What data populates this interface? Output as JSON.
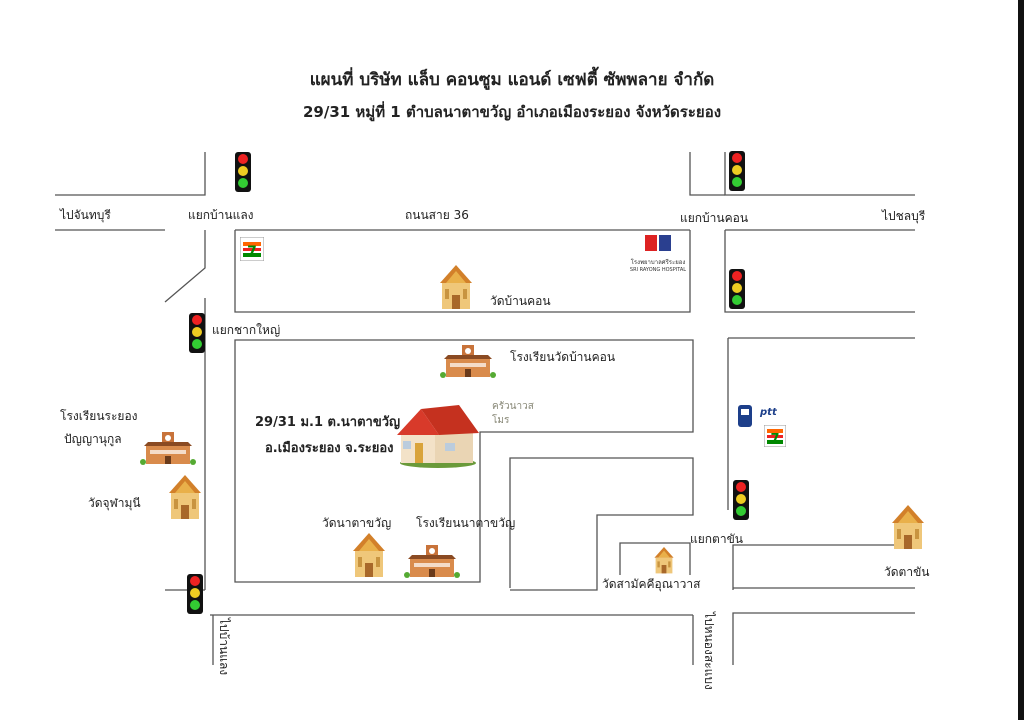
{
  "title": "แผนที่ บริษัท แล็บ คอนซูม แอนด์ เซฟตี้ ซัพพลาย จำกัด",
  "subtitle": "29/31 หมู่ที่ 1 ตำบลนาตาขวัญ อำเภอเมืองระยอง จังหวัดระยอง",
  "company_address": {
    "line1": "29/31 ม.1 ต.นาตาขวัญ",
    "line2": "อ.เมืองระยอง จ.ระยอง"
  },
  "labels": {
    "to_chanthaburi": "ไปจันทบุรี",
    "ban_laeng_junction": "แยกบ้านแลง",
    "road_36": "ถนนสาย 36",
    "ban_khon_junction": "แยกบ้านคอน",
    "to_chonburi": "ไปชลบุรี",
    "wat_ban_khon": "วัดบ้านคอน",
    "chak_yai_junction": "แยกชากใหญ่",
    "school_wat_ban_khon": "โรงเรียนวัดบ้านคอน",
    "school_rayong_panyanukul_1": "โรงเรียนระยอง",
    "school_rayong_panyanukul_2": "ปัญญานุกูล",
    "wat_chu_muni": "วัดจุฬามุนี",
    "wat_na_ta_khwan": "วัดนาตาขวัญ",
    "school_na_ta_khwan": "โรงเรียนนาตาขวัญ",
    "ta_khan_junction": "แยกตาขัน",
    "wat_samakkhi": "วัดสามัคคีอุณาวาส",
    "wat_ta_khan": "วัดตาขัน",
    "to_ban_laeng": "ไปบ้านแลง",
    "to_nong_sabaeng": "ไปหนองสะแบง"
  },
  "logos": {
    "seven_eleven": "7-ELEVEN",
    "hospital_th": "โรงพยาบาลศรีระยอง",
    "hospital_en": "SRI RAYONG HOSPITAL",
    "ptt": "ptt",
    "cafe": "ครัวนาวสโมร"
  },
  "colors": {
    "road": "#555555",
    "roof": "#d83a2a",
    "temple": "#e7a640",
    "school": "#c8733a"
  }
}
